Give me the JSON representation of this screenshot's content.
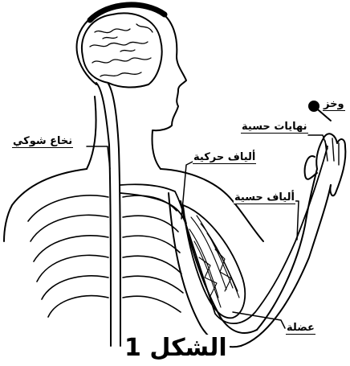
{
  "labels": {
    "sting": "وخز",
    "sensory_endings": "نهايات حسية",
    "spinal_cord": "نخاع شوكي",
    "motor_fibers": "ألياف حركية",
    "sensory_fibers": "ألياف حسية",
    "muscle": "عضلة"
  },
  "figure_title": "الشكل 1"
}
